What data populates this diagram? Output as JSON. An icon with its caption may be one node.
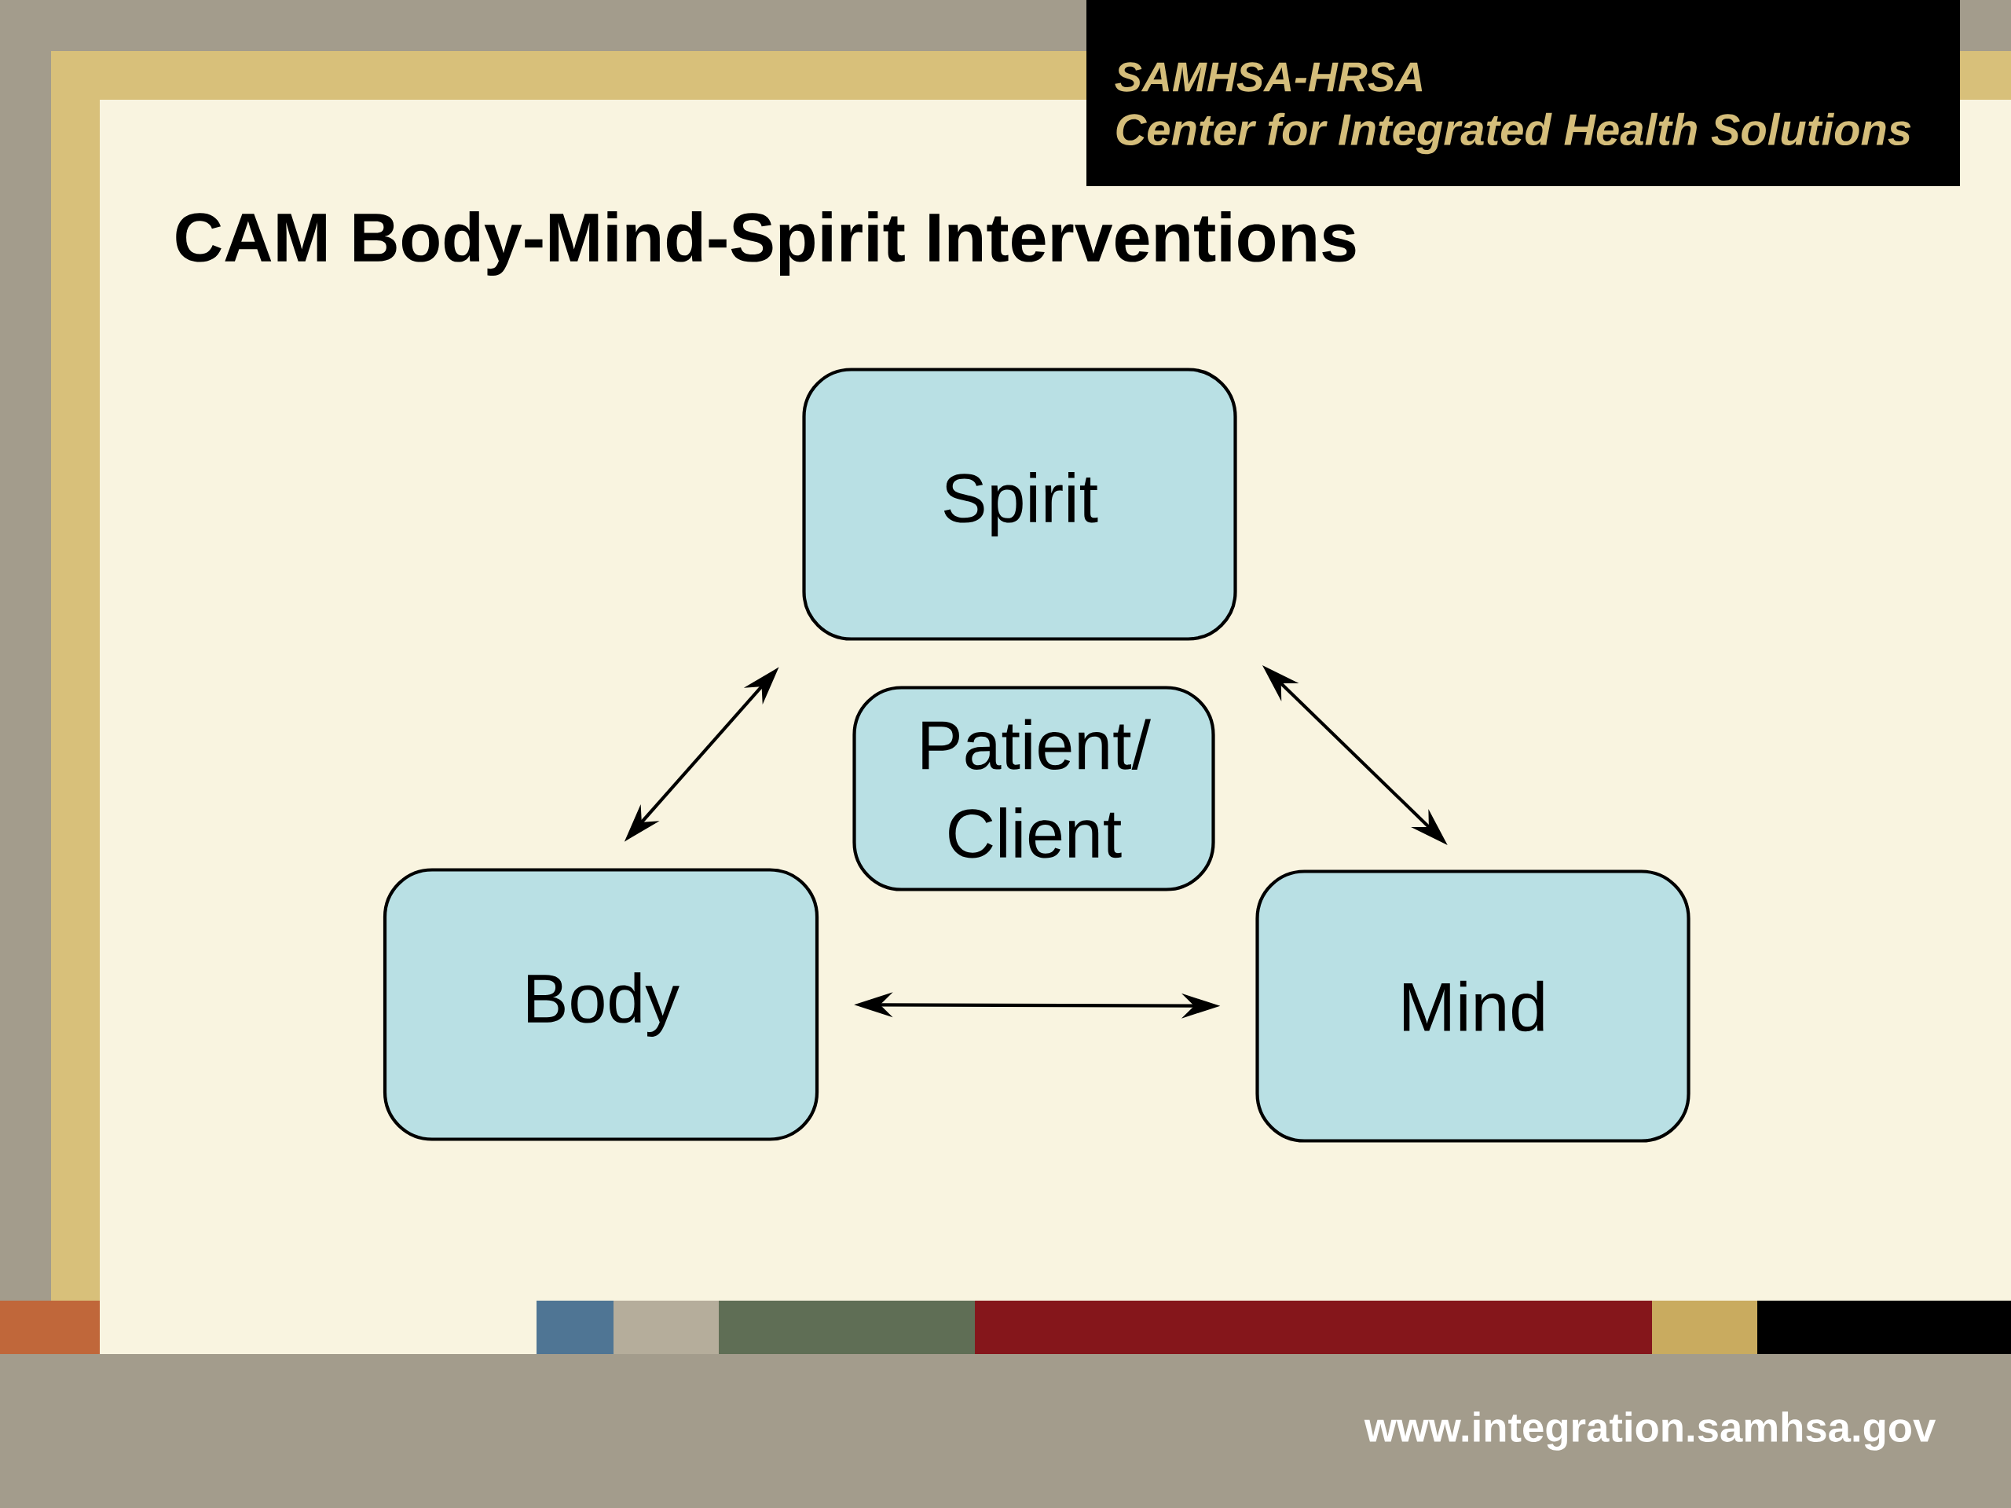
{
  "diagram": {
    "title": "CAM Body-Mind-Spirit Interventions",
    "nodes": [
      {
        "text": [
          "Spirit"
        ]
      },
      {
        "text": [
          "Patient/ Client"
        ]
      },
      {
        "text": [
          "Body"
        ]
      },
      {
        "text": [
          "Mind"
        ]
      }
    ],
    "edges": [
      {
        "from": 0,
        "to": 2,
        "arrow": "both"
      },
      {
        "from": 0,
        "to": 3,
        "arrow": "both"
      },
      {
        "from": 2,
        "to": 3,
        "arrow": "both"
      }
    ],
    "labels": [
      "SAMHSA-HRSA",
      "Center for Integrated Health Solutions",
      "www.integration.samhsa.gov"
    ]
  }
}
